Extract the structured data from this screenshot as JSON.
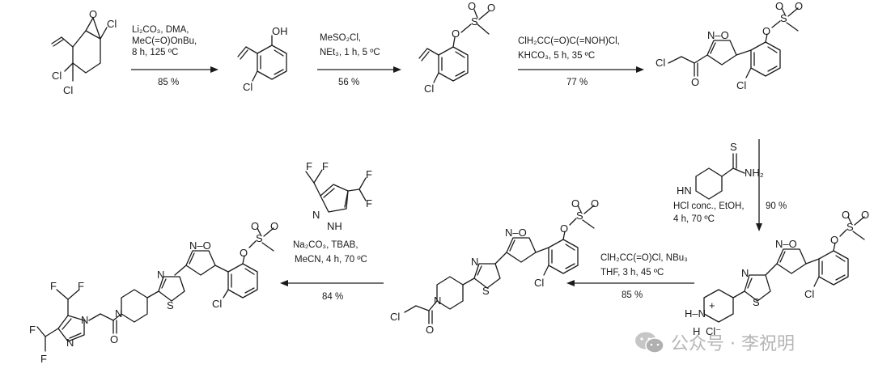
{
  "reactions": [
    {
      "id": "r1",
      "conditions": [
        "Li₂CO₃, DMA,",
        "MeC(=O)OnBu,",
        "8 h, 125 ºC"
      ],
      "yield": "85 %"
    },
    {
      "id": "r2",
      "conditions": [
        "MeSO₂Cl,",
        "NEt₃, 1 h, 5 ºC"
      ],
      "yield": "56 %"
    },
    {
      "id": "r3",
      "conditions": [
        "ClH₂CC(=O)C(=NOH)Cl,",
        "KHCO₃, 5 h, 35 ºC"
      ],
      "yield": "77 %"
    },
    {
      "id": "r4",
      "conditions": [
        "HCl conc., EtOH,",
        "4 h, 70 ºC"
      ],
      "yield": "90 %"
    },
    {
      "id": "r5",
      "conditions": [
        "ClH₂CC(=O)Cl, NBu₃",
        "THF, 3 h, 45 ºC"
      ],
      "yield": "85 %"
    },
    {
      "id": "r6",
      "conditions": [
        "Na₂CO₃, TBAB,",
        "MeCN, 4 h, 70 ºC"
      ],
      "yield": "84 %"
    }
  ],
  "atoms": {
    "cl": "Cl",
    "o": "O",
    "s": "S",
    "n": "N",
    "nh": "NH",
    "hn": "HN",
    "h": "H",
    "nh2": "NH₂",
    "oh": "OH",
    "f": "F",
    "h_plus": "+",
    "cl_minus": "Cl⁻",
    "h_n": "H–N",
    "iso_n_o": "N–O"
  },
  "watermark": {
    "text": "公众号 · 李祝明",
    "icon": "wechat-icon",
    "color": "#b5b5b5"
  }
}
